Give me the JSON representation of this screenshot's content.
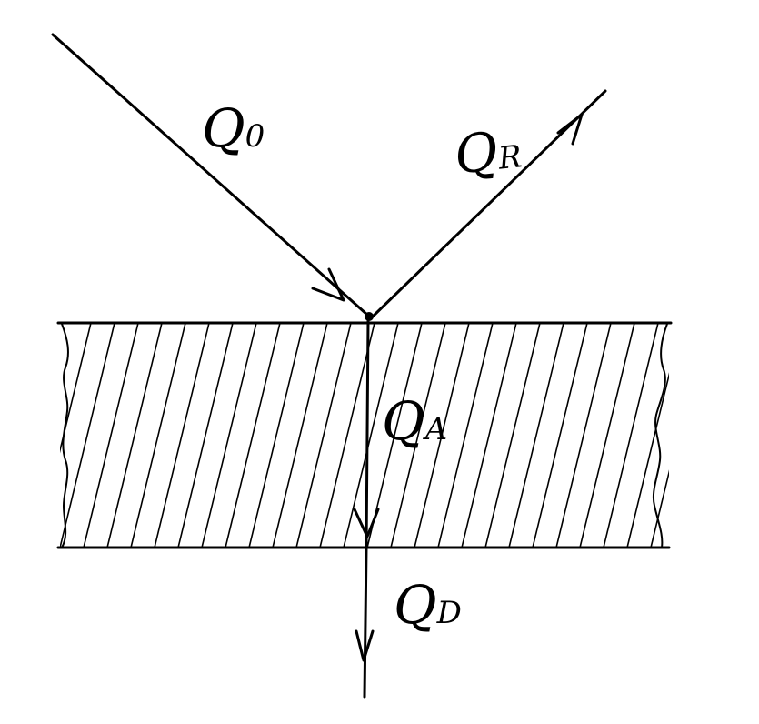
{
  "labels": {
    "incident": {
      "main": "Q",
      "sub": "0"
    },
    "reflected": {
      "main": "Q",
      "sub": "R"
    },
    "absorbed": {
      "main": "Q",
      "sub": "A"
    },
    "transmitted": {
      "main": "Q",
      "sub": "D"
    }
  },
  "colors": {
    "ink": "#000000",
    "background": "#ffffff"
  }
}
